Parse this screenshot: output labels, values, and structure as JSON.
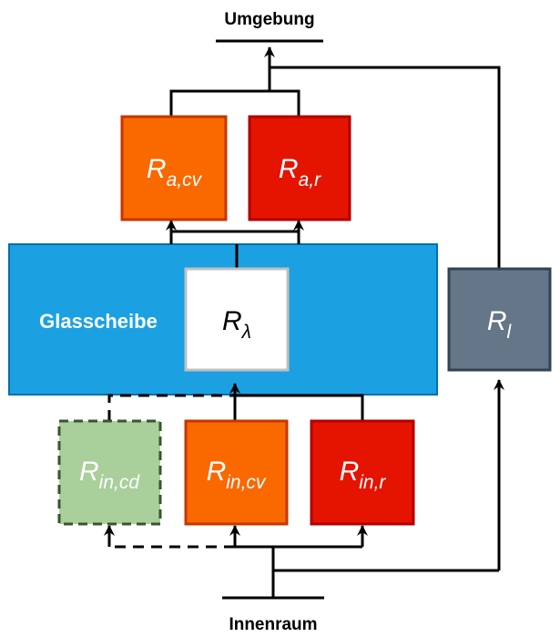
{
  "labels": {
    "top": "Umgebung",
    "bottom": "Innenraum",
    "glass": "Glasscheibe"
  },
  "resistors": {
    "a_cv": {
      "main": "R",
      "sub": "a,cv"
    },
    "a_r": {
      "main": "R",
      "sub": "a,r"
    },
    "lambda": {
      "main": "R",
      "sub": "λ"
    },
    "l": {
      "main": "R",
      "sub": "l"
    },
    "in_cd": {
      "main": "R",
      "sub": "in,cd"
    },
    "in_cv": {
      "main": "R",
      "sub": "in,cv"
    },
    "in_r": {
      "main": "R",
      "sub": "in,r"
    }
  },
  "colors": {
    "convection": "#fa6800",
    "radiation": "#e51400",
    "glass": "#1ba1e2",
    "conduction": "#a9cf9b",
    "leakage": "#647687"
  }
}
